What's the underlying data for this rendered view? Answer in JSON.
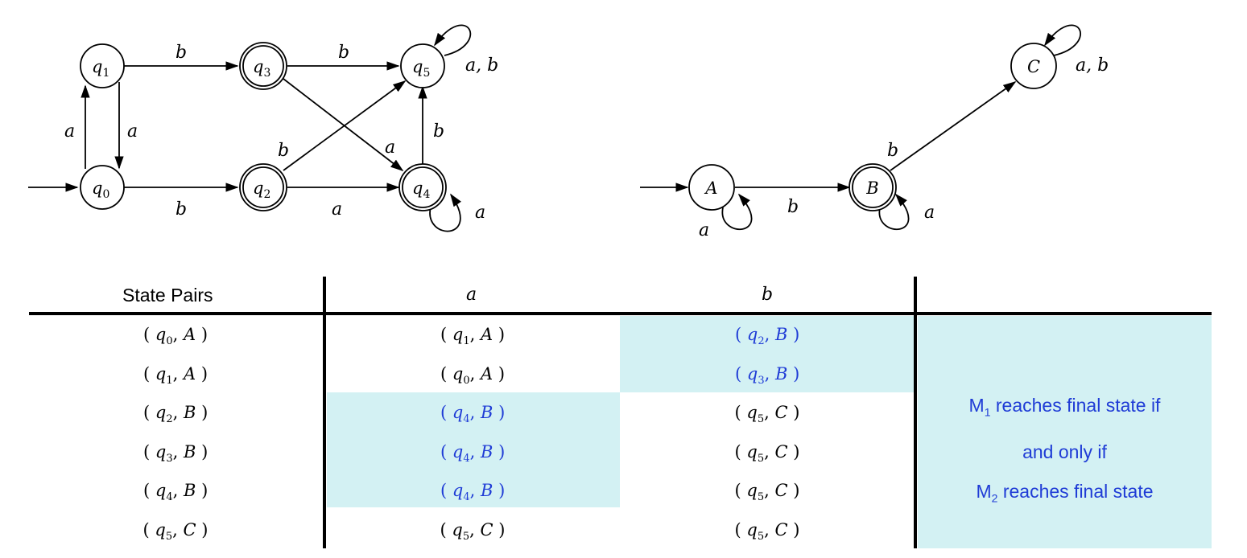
{
  "machine1": {
    "states": [
      {
        "id": "q0",
        "name": "q",
        "sub": "0",
        "final": false,
        "start": true
      },
      {
        "id": "q1",
        "name": "q",
        "sub": "1",
        "final": false,
        "start": false
      },
      {
        "id": "q2",
        "name": "q",
        "sub": "2",
        "final": true,
        "start": false
      },
      {
        "id": "q3",
        "name": "q",
        "sub": "3",
        "final": true,
        "start": false
      },
      {
        "id": "q4",
        "name": "q",
        "sub": "4",
        "final": true,
        "start": false
      },
      {
        "id": "q5",
        "name": "q",
        "sub": "5",
        "final": false,
        "start": false
      }
    ],
    "transitions": [
      {
        "from": "q0",
        "to": "q1",
        "label": "a"
      },
      {
        "from": "q1",
        "to": "q0",
        "label": "a"
      },
      {
        "from": "q0",
        "to": "q2",
        "label": "b"
      },
      {
        "from": "q1",
        "to": "q3",
        "label": "b"
      },
      {
        "from": "q2",
        "to": "q4",
        "label": "a"
      },
      {
        "from": "q2",
        "to": "q5",
        "label": "b"
      },
      {
        "from": "q3",
        "to": "q4",
        "label": "a"
      },
      {
        "from": "q3",
        "to": "q5",
        "label": "b"
      },
      {
        "from": "q4",
        "to": "q5",
        "label": "b"
      },
      {
        "from": "q4",
        "to": "q4",
        "label": "a"
      },
      {
        "from": "q5",
        "to": "q5",
        "label": "a, b"
      }
    ]
  },
  "machine2": {
    "states": [
      {
        "id": "A",
        "name": "A",
        "final": false,
        "start": true
      },
      {
        "id": "B",
        "name": "B",
        "final": true,
        "start": false
      },
      {
        "id": "C",
        "name": "C",
        "final": false,
        "start": false
      }
    ],
    "transitions": [
      {
        "from": "A",
        "to": "B",
        "label": "b"
      },
      {
        "from": "A",
        "to": "A",
        "label": "a"
      },
      {
        "from": "B",
        "to": "B",
        "label": "a"
      },
      {
        "from": "B",
        "to": "C",
        "label": "b"
      },
      {
        "from": "C",
        "to": "C",
        "label": "a, b"
      }
    ]
  },
  "table": {
    "headers": {
      "pairs": "State Pairs",
      "a": "a",
      "b": "b"
    },
    "rows": [
      {
        "pair": {
          "q": "0",
          "s": "A"
        },
        "a": {
          "q": "1",
          "s": "A",
          "hl": false
        },
        "b": {
          "q": "2",
          "s": "B",
          "hl": true
        }
      },
      {
        "pair": {
          "q": "1",
          "s": "A"
        },
        "a": {
          "q": "0",
          "s": "A",
          "hl": false
        },
        "b": {
          "q": "3",
          "s": "B",
          "hl": true
        }
      },
      {
        "pair": {
          "q": "2",
          "s": "B"
        },
        "a": {
          "q": "4",
          "s": "B",
          "hl": true
        },
        "b": {
          "q": "5",
          "s": "C",
          "hl": false
        }
      },
      {
        "pair": {
          "q": "3",
          "s": "B"
        },
        "a": {
          "q": "4",
          "s": "B",
          "hl": true
        },
        "b": {
          "q": "5",
          "s": "C",
          "hl": false
        }
      },
      {
        "pair": {
          "q": "4",
          "s": "B"
        },
        "a": {
          "q": "4",
          "s": "B",
          "hl": true
        },
        "b": {
          "q": "5",
          "s": "C",
          "hl": false
        }
      },
      {
        "pair": {
          "q": "5",
          "s": "C"
        },
        "a": {
          "q": "5",
          "s": "C",
          "hl": false
        },
        "b": {
          "q": "5",
          "s": "C",
          "hl": false
        }
      }
    ],
    "note": {
      "line1_pre": "M",
      "line1_sub": "1",
      "line1_post": " reaches final state if",
      "line2": "and only if",
      "line3_pre": "M",
      "line3_sub": "2",
      "line3_post": " reaches final state"
    }
  },
  "colors": {
    "highlight": "#d3f1f3",
    "note_text": "#1f3cd6",
    "line": "#000000"
  }
}
